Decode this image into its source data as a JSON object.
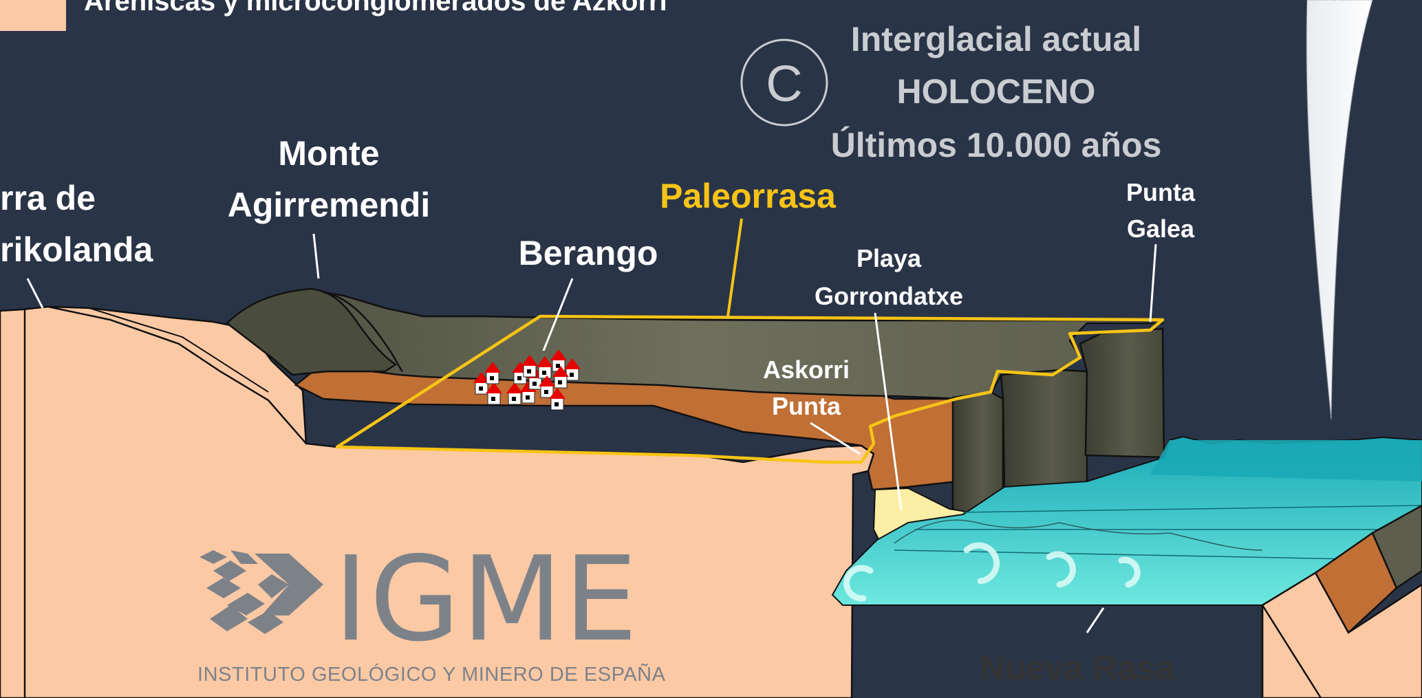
{
  "legend": {
    "swatch_color": "#fcc9a5",
    "text": "Areniscas y microconglomerados de Azkorri"
  },
  "period": {
    "line1": "Interglacial actual",
    "line2": "HOLOCENO",
    "line3": "Últimos 10.000 años"
  },
  "copyright_symbol": "C",
  "labels": {
    "sierra_line1": "rra de",
    "sierra_line2": "rikolanda",
    "monte_line1": "Monte",
    "monte_line2": "Agirremendi",
    "berango": "Berango",
    "paleorrasa": "Paleorrasa",
    "playa_line1": "Playa",
    "playa_line2": "Gorrondatxe",
    "punta_galea_line1": "Punta",
    "punta_galea_line2": "Galea",
    "askorri_line1": "Askorri",
    "askorri_line2": "Punta",
    "nueva_rasa": "Nueva Rasa"
  },
  "logo": {
    "name": "IGME",
    "subtitle": "INSTITUTO GEOLÓGICO Y MINERO DE ESPAÑA"
  },
  "colors": {
    "background": "#2a3447",
    "sandstone": "#fcc9a5",
    "clay": "#c06f35",
    "rock": "#6a6b58",
    "sea": "#2fc7c7",
    "paleorrasa": "#f7c416",
    "beach": "#fdeea5"
  },
  "icons": [
    "swell-arrow-icon",
    "house-icon"
  ]
}
